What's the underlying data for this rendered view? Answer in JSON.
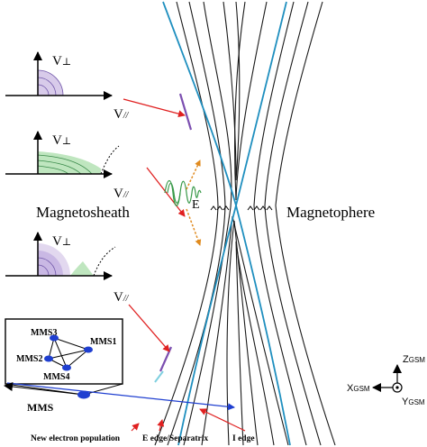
{
  "labels": {
    "magnetosheath": "Magnetosheath",
    "magnetosphere": "Magnetophere",
    "electric_field": "E",
    "mms": "MMS",
    "mms1": "MMS1",
    "mms2": "MMS2",
    "mms3": "MMS3",
    "mms4": "MMS4",
    "new_population": "New electron population",
    "e_edge": "E edge/Separatrix",
    "i_edge": "I edge"
  },
  "axes": {
    "v_perp": "V",
    "v_perp_sub": "⊥",
    "v_par": "V",
    "v_par_sub": "//"
  },
  "coords": {
    "z": "Z",
    "z_sub": "GSM",
    "x": "X",
    "x_sub": "GSM",
    "y": "Y",
    "y_sub": "GSM"
  },
  "colors": {
    "field_line": "#1a1a1a",
    "separatrix": "#1f8fbf",
    "arrow_red": "#e02020",
    "wave_green": "#3a9a4a",
    "dist_purple": "#9b85c6",
    "dist_green": "#a9dca9",
    "e_field_orange": "#e08a1e",
    "spacecraft_blue": "#1f3fd0"
  }
}
